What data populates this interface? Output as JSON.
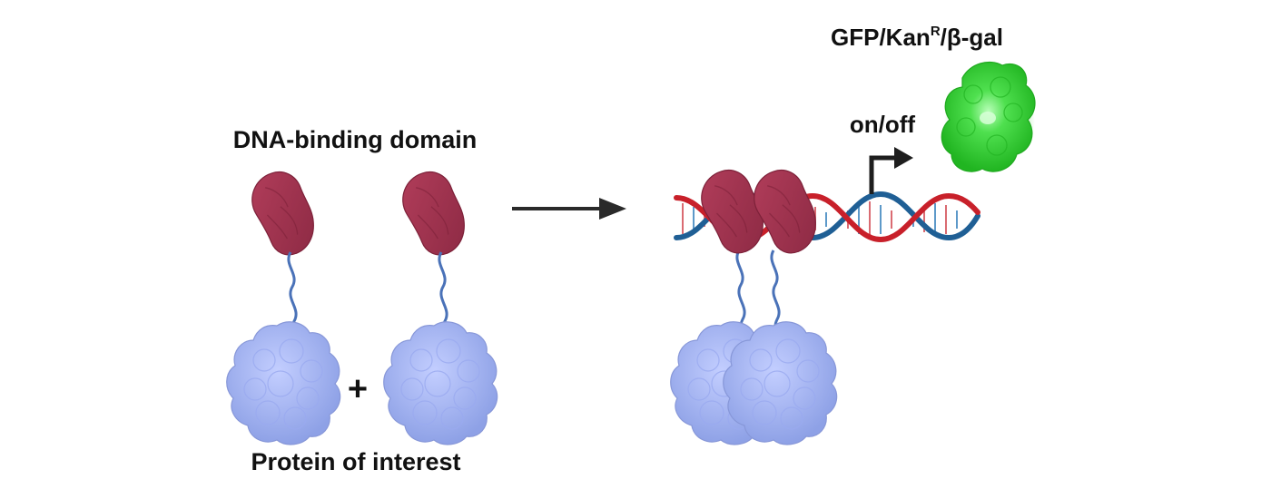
{
  "labels": {
    "dna_binding_domain": "DNA-binding domain",
    "protein_of_interest": "Protein of interest",
    "plus": "+",
    "on_off": "on/off",
    "reporter_prefix": "GFP/Kan",
    "reporter_superscript": "R",
    "reporter_suffix": "/β-gal"
  },
  "colors": {
    "dna_binding_domain": "#a3344f",
    "protein_of_interest": "#a9b8ef",
    "linker": "#4a72b8",
    "dna_strand_red": "#c8202a",
    "dna_strand_blue": "#1f5f95",
    "reporter": "#2ecc2e",
    "arrow": "#2a2a2a"
  }
}
